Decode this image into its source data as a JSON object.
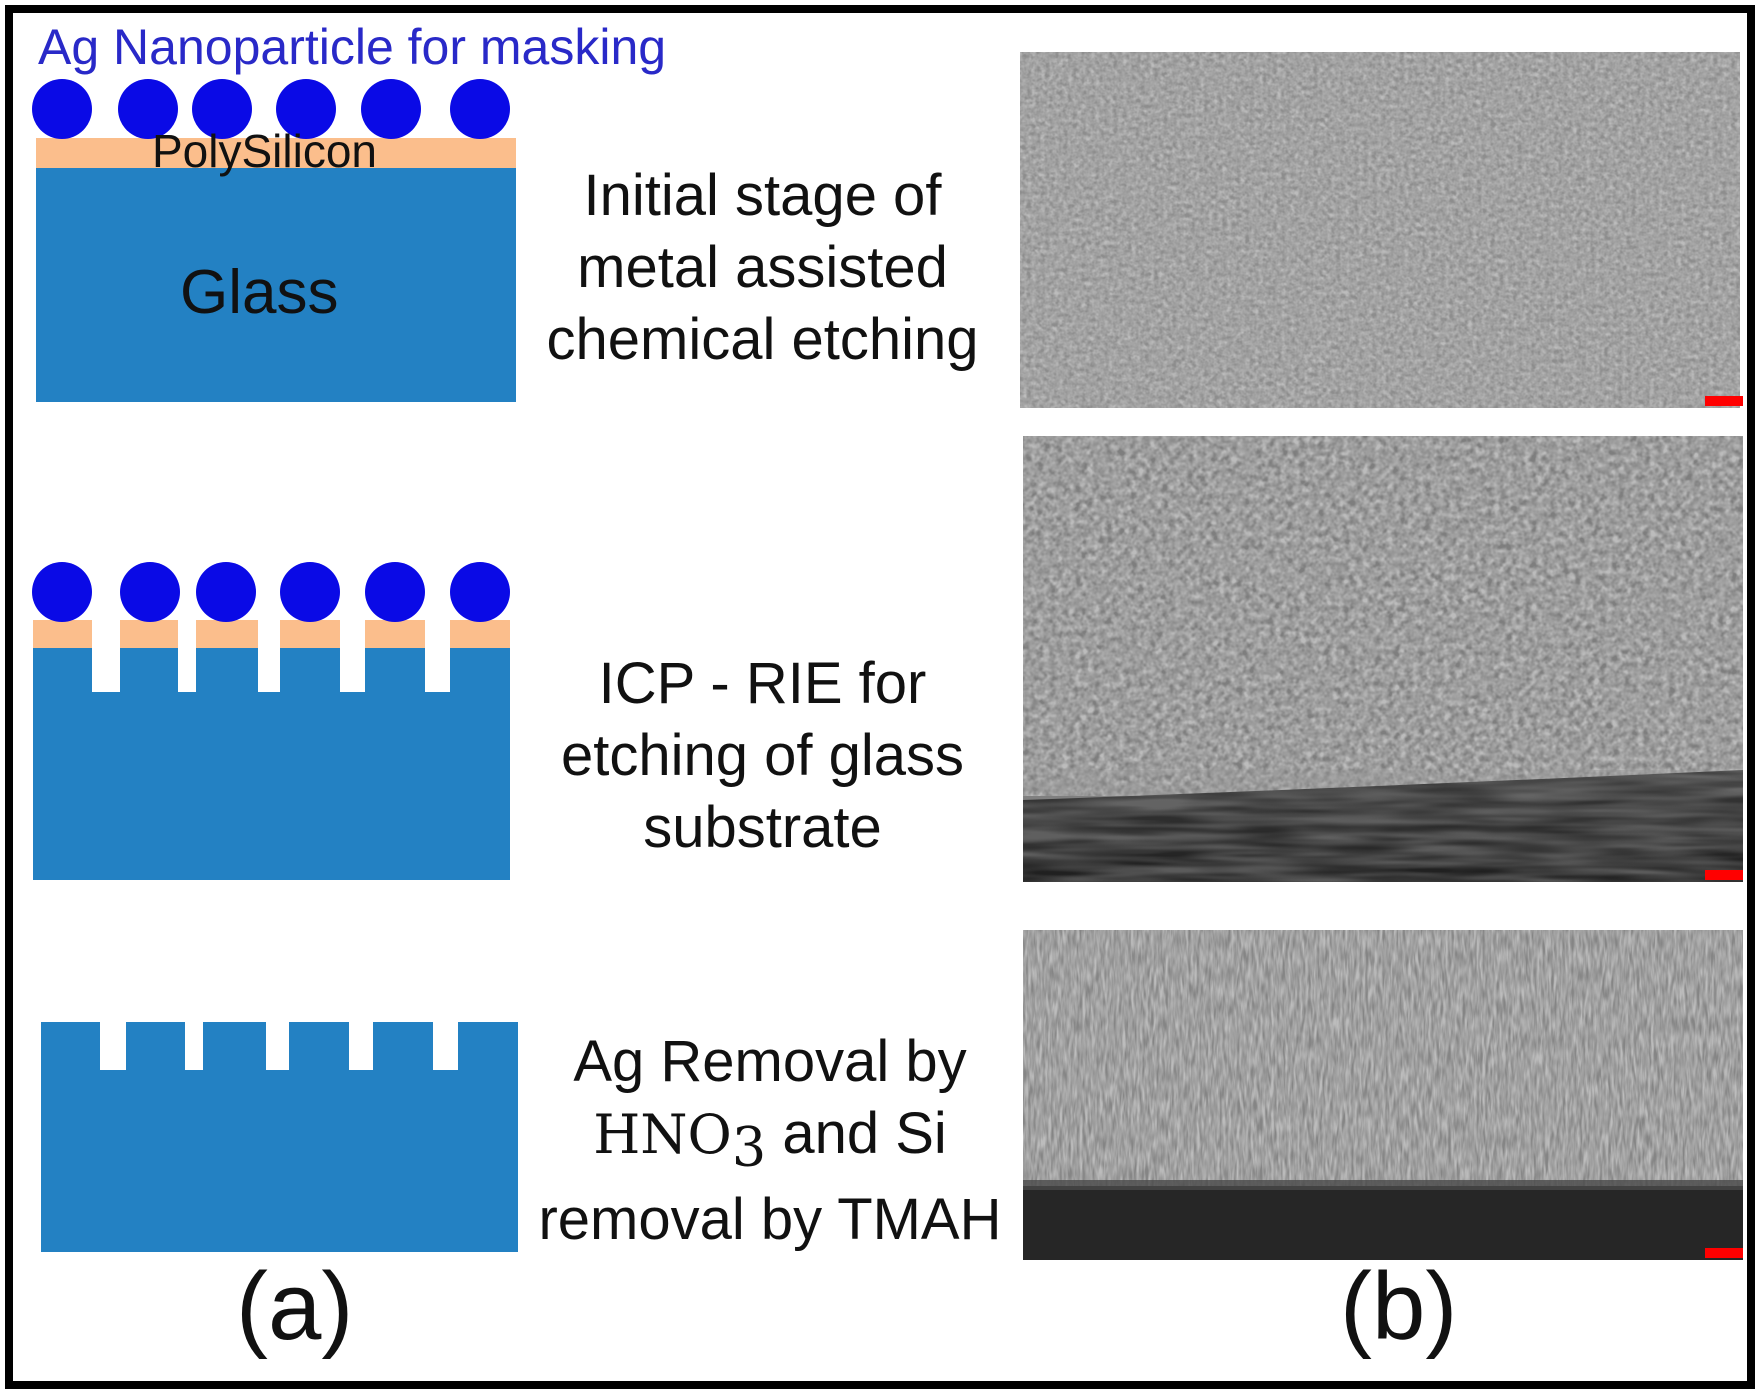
{
  "diagram": {
    "top_label": "Ag Nanoparticle  for masking",
    "layer_polysilicon": "PolySilicon",
    "layer_glass": "Glass",
    "steps": [
      {
        "lines": [
          "Initial stage of",
          "metal assisted",
          "chemical etching"
        ]
      },
      {
        "lines": [
          "ICP - RIE for",
          "etching of glass",
          "substrate"
        ]
      },
      {
        "line1": "Ag Removal by",
        "chem_main": "HNO",
        "chem_sub": "3",
        "line2_rest": " and Si",
        "line3": "removal by TMAH"
      }
    ],
    "panel_labels": {
      "a": "(a)",
      "b": "(b)"
    }
  },
  "colors": {
    "glass": "#2381c3",
    "polysilicon": "#fbbe8c",
    "nanoparticle": "#0a0ae6",
    "label_blue": "#2929c8",
    "scale_bar": "#ff0000",
    "sem_gray": "#8a8a8a",
    "border": "#000000"
  }
}
